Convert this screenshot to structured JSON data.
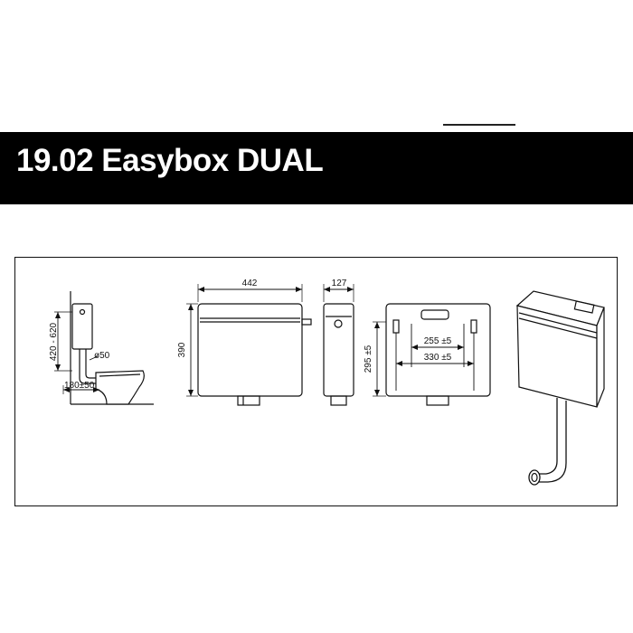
{
  "header": {
    "title": "19.02 Easybox DUAL"
  },
  "diagram": {
    "side_view": {
      "height_range": "420 - 620",
      "pipe_diameter": "ø50",
      "offset": "180±50"
    },
    "front_view": {
      "width": "442",
      "height": "390"
    },
    "end_view": {
      "depth": "127"
    },
    "rear_view": {
      "mount_height": "295 ±5",
      "inner_spacing": "255 ±5",
      "outer_spacing": "330 ±5"
    }
  }
}
